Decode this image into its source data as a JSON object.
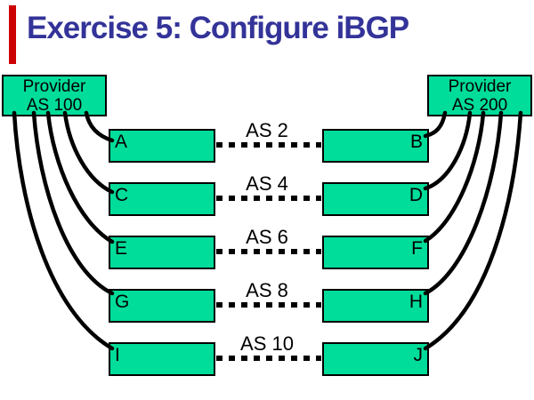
{
  "slide": {
    "title": "Exercise 5: Configure iBGP",
    "title_color": "#333399",
    "accent_bar_color": "#cc0000",
    "box_fill_color": "#00dc99"
  },
  "providers": [
    {
      "id": "provider-as100",
      "lines": [
        "Provider",
        "AS 100"
      ]
    },
    {
      "id": "provider-as200",
      "lines": [
        "Provider",
        "AS 200"
      ]
    }
  ],
  "rows": [
    {
      "left_label": "A",
      "right_label": "B",
      "as_label": "AS 2"
    },
    {
      "left_label": "C",
      "right_label": "D",
      "as_label": "AS 4"
    },
    {
      "left_label": "E",
      "right_label": "F",
      "as_label": "AS 6"
    },
    {
      "left_label": "G",
      "right_label": "H",
      "as_label": "AS 8"
    },
    {
      "left_label": "I",
      "right_label": "J",
      "as_label": "AS 10"
    }
  ]
}
